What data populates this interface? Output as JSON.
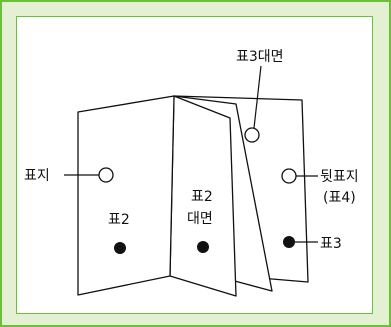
{
  "labels": {
    "cover": "표지",
    "cover3_facing": "표3대면",
    "back_cover_line1": "뒷표지",
    "back_cover_line2": "(표4)",
    "cover2": "표2",
    "cover2_facing_line1": "표2",
    "cover2_facing_line2": "대면",
    "cover3": "표3"
  },
  "colors": {
    "frame_border": "#6cbf3a",
    "frame_fill": "#e3f1d2",
    "ink": "#111111"
  }
}
